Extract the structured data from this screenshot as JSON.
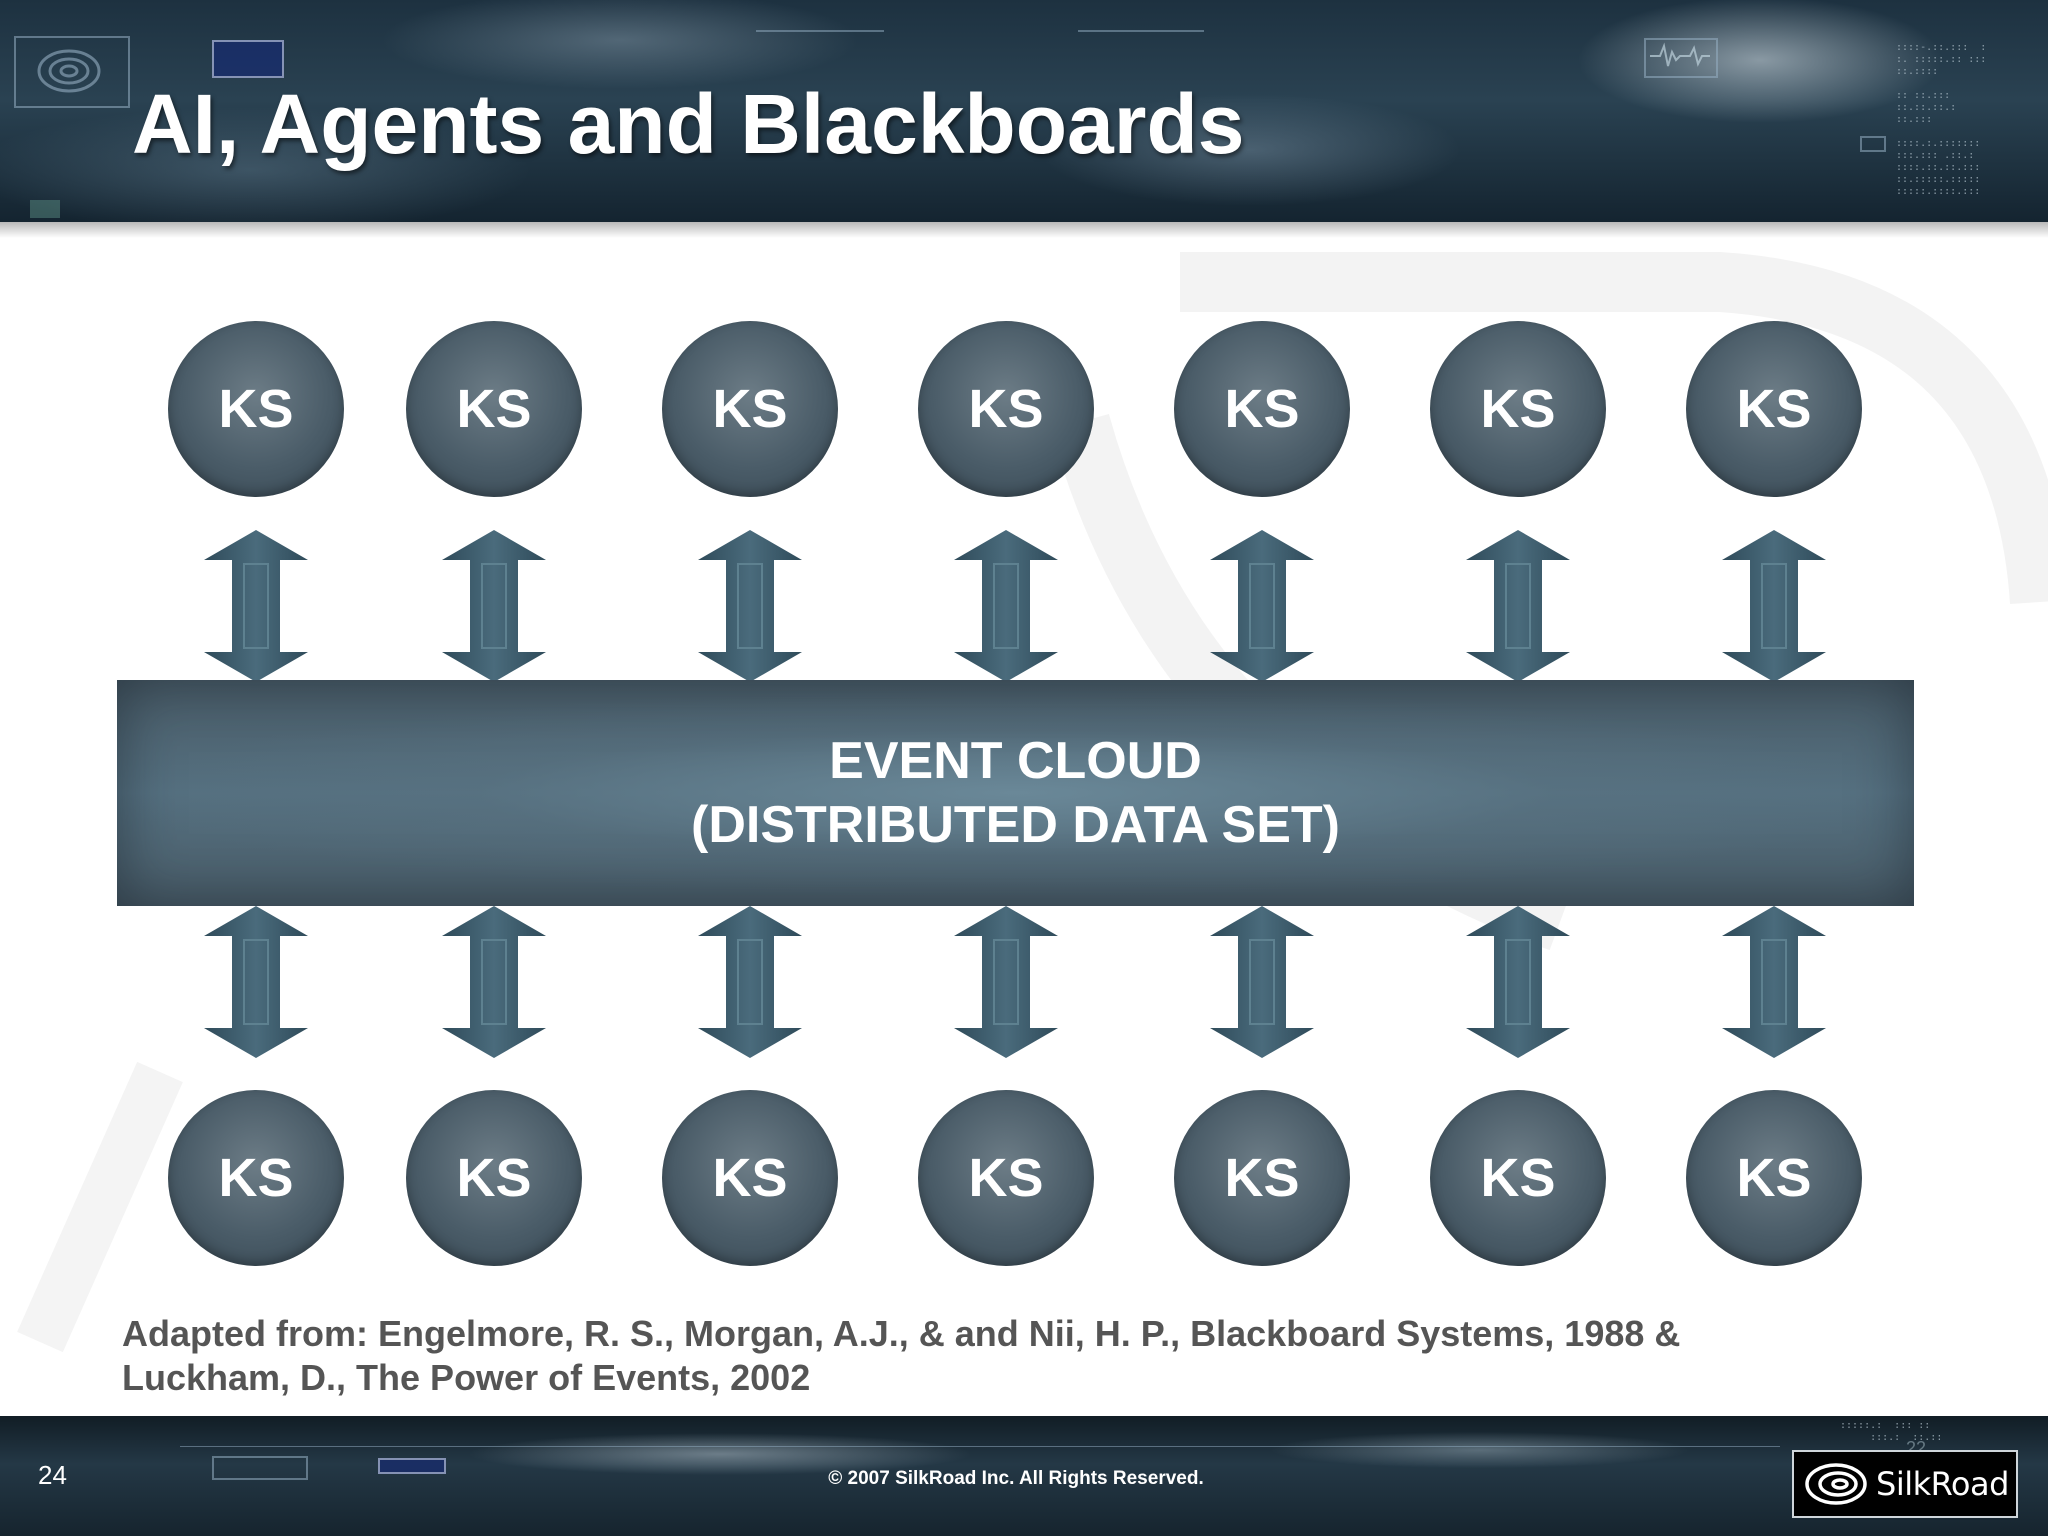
{
  "slide": {
    "title": "AI, Agents and Blackboards",
    "citation_line1": "Adapted from:  Engelmore, R. S., Morgan, A.J., & and Nii, H. P., Blackboard Systems, 1988 &",
    "citation_line2": "Luckham, D., The Power of Events, 2002",
    "slide_number": "24",
    "ghost_number": "22",
    "copyright": "© 2007 SilkRoad Inc. All Rights Reserved.",
    "logo_text": "SilkRoad"
  },
  "diagram": {
    "top_nodes": [
      "KS",
      "KS",
      "KS",
      "KS",
      "KS",
      "KS",
      "KS"
    ],
    "bottom_nodes": [
      "KS",
      "KS",
      "KS",
      "KS",
      "KS",
      "KS",
      "KS"
    ],
    "center_line1": "EVENT CLOUD",
    "center_line2": "(DISTRIBUTED DATA SET)"
  },
  "colors": {
    "node": "#4a5c68",
    "arrow": "#3c5b6c",
    "band": "#557080",
    "citation_text": "#555555"
  },
  "icons": [
    "spiral-logo-icon",
    "double-arrow-icon"
  ]
}
